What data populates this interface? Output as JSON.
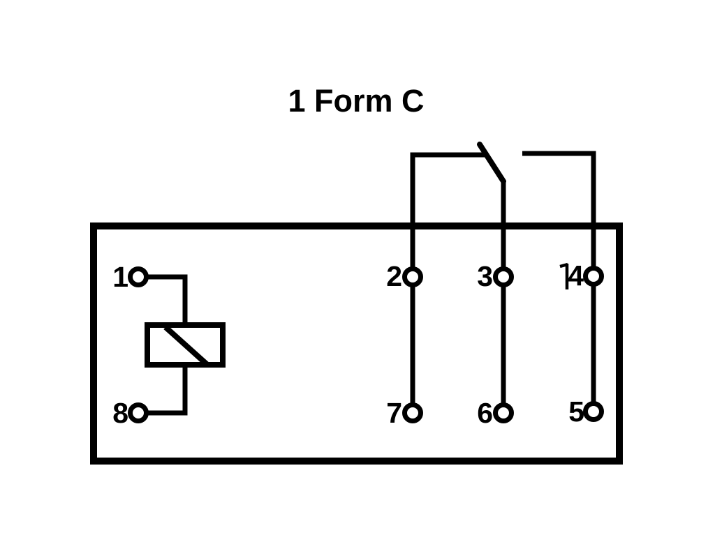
{
  "diagram": {
    "title": "1 Form C",
    "colors": {
      "ink": "#000000",
      "background": "#ffffff"
    },
    "pin_labels": {
      "pin1": "1",
      "pin2": "2",
      "pin3": "3",
      "pin4": "4",
      "pin5": "5",
      "pin6": "6",
      "pin7": "7",
      "pin8": "8"
    }
  }
}
